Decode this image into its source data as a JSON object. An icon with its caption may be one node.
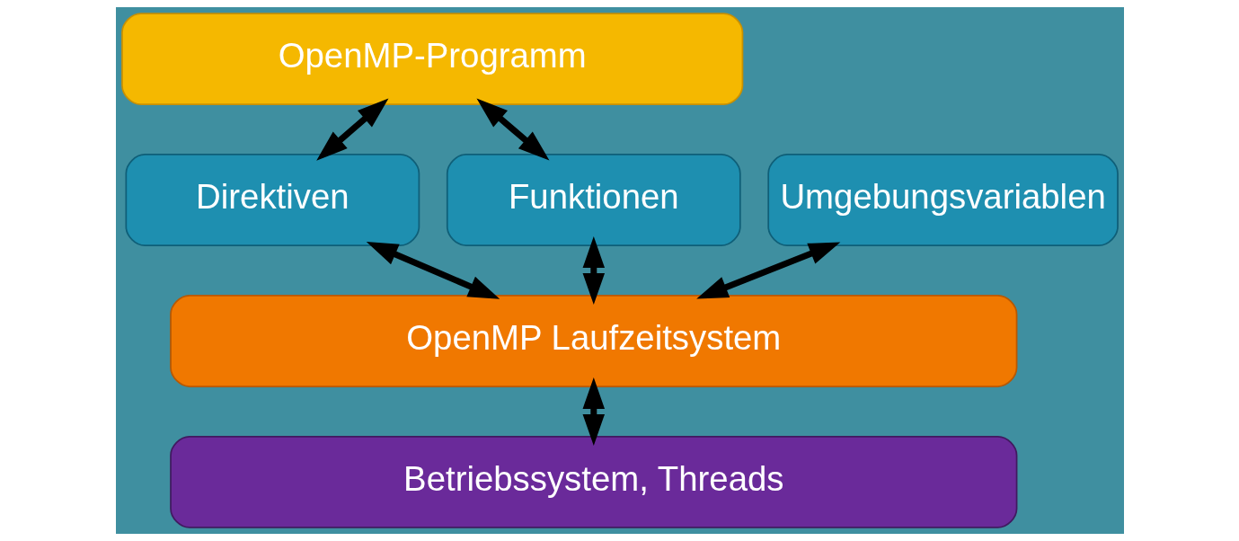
{
  "diagram": {
    "nodes": [
      {
        "text": [
          "OpenMP-Programm"
        ]
      },
      {
        "text": [
          "Umgebungsvariablen"
        ]
      },
      {
        "text": [
          "Direktiven"
        ]
      },
      {
        "text": [
          "Funktionen"
        ]
      },
      {
        "text": [
          "OpenMP Laufzeitsystem"
        ]
      },
      {
        "text": [
          "Betriebssystem, Threads"
        ]
      }
    ],
    "edges": [
      {
        "from": 0,
        "to": 2,
        "arrow": "both"
      },
      {
        "from": 0,
        "to": 3,
        "arrow": "both"
      },
      {
        "from": 1,
        "to": 4,
        "arrow": "both"
      },
      {
        "from": 2,
        "to": 4,
        "arrow": "both"
      },
      {
        "from": 3,
        "to": 4,
        "arrow": "both"
      },
      {
        "from": 4,
        "to": 5,
        "arrow": "both"
      }
    ]
  }
}
